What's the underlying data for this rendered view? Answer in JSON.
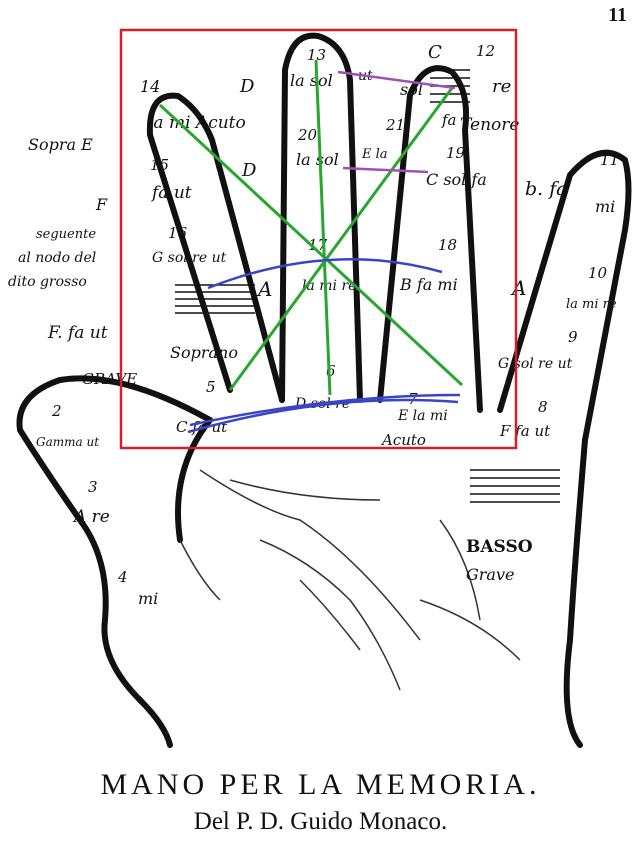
{
  "page_number": "11",
  "caption": {
    "title": "MANO PER LA MEMORIA.",
    "subtitle": "Del P. D. Guido Monaco."
  },
  "labels": {
    "n14": "14",
    "d_top": "D",
    "n13": "13",
    "c_top": "C",
    "n12": "12",
    "la_mi_acuto": "la mi Acuto",
    "la_sol_top": "la sol",
    "sol_top": "sol",
    "ut": "ut",
    "re": "re",
    "fa": "fa",
    "soprano_e": "Sopra E",
    "n15": "15",
    "fa_ut": "fa ut",
    "d_mid": "D",
    "n20": "20",
    "n21": "21",
    "la_sol_mid": "la sol",
    "e_la": "E la",
    "n19": "19",
    "tenore": "Tenore",
    "c_solfa": "C sol fa",
    "b_fa": "b. fa",
    "mi": "mi",
    "n11": "11",
    "f_side": "F",
    "seguente": "seguente",
    "al_nodo": "al nodo del",
    "dito_grosso": "dito grosso",
    "n16": "16",
    "g_solreut": "G sol re ut",
    "n17": "17",
    "n18": "18",
    "a_mid": "A",
    "la_mi_re": "la mi re",
    "b_fa_mi": "B fa mi",
    "a_right": "A",
    "n10": "10",
    "la_mi_re_right": "la mi re",
    "f_faut": "F. fa ut",
    "soprano": "Soprano",
    "n9": "9",
    "g_sol_re_ut": "G sol re ut",
    "grave": "GRAVE",
    "n5": "5",
    "n6": "6",
    "n8": "8",
    "n7": "7",
    "c_fa_ut": "C fa ut",
    "d_sol_re": "D sol re",
    "e_la_mi": "E la mi",
    "acuto": "Acuto",
    "f_fa_ut": "F fa ut",
    "n2": "2",
    "gamma_ut": "Gamma ut",
    "n3": "3",
    "a_re": "A re",
    "n4": "4",
    "b_mi": "mi",
    "basso": "BASSO",
    "grave_low": "Grave"
  },
  "colors": {
    "frame": "#d0202a",
    "diagonals": "#2aa52e",
    "arcs": "#3a44c8",
    "short_lines": "#a050b4"
  }
}
